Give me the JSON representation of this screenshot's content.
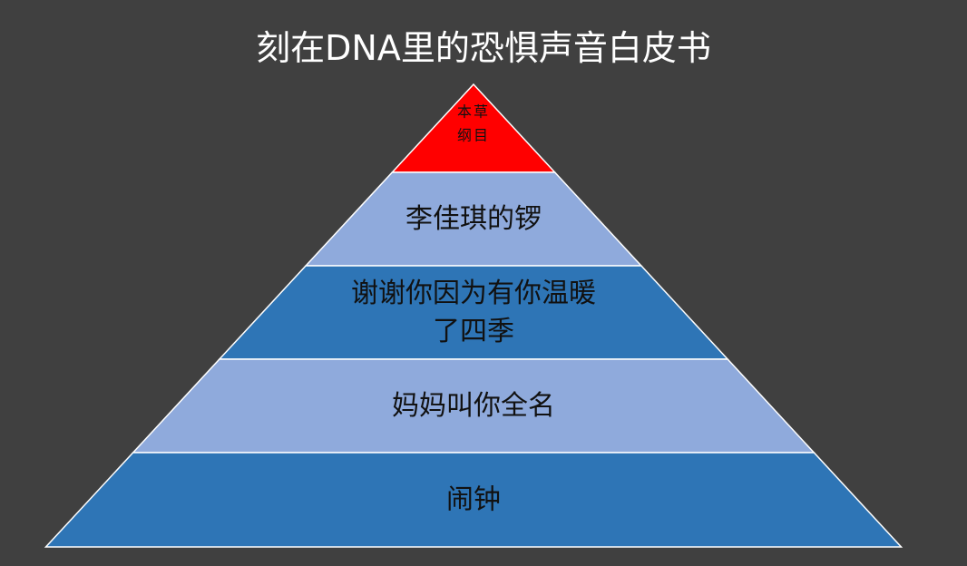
{
  "title": "刻在DNA里的恐惧声音白皮书",
  "colors": {
    "background": "#404040",
    "top": "#ff0000",
    "light": "#8faadc",
    "dark": "#2e75b6",
    "outline": "#ffffff",
    "text": "#111111"
  },
  "tiers": [
    {
      "lines": [
        "本草",
        "纲目"
      ],
      "color": "#ff0000"
    },
    {
      "lines": [
        "李佳琪的锣"
      ],
      "color": "#8faadc"
    },
    {
      "lines": [
        "谢谢你因为有你温暖",
        "了四季"
      ],
      "color": "#2e75b6"
    },
    {
      "lines": [
        "妈妈叫你全名"
      ],
      "color": "#8faadc"
    },
    {
      "lines": [
        "闹钟"
      ],
      "color": "#2e75b6"
    }
  ]
}
